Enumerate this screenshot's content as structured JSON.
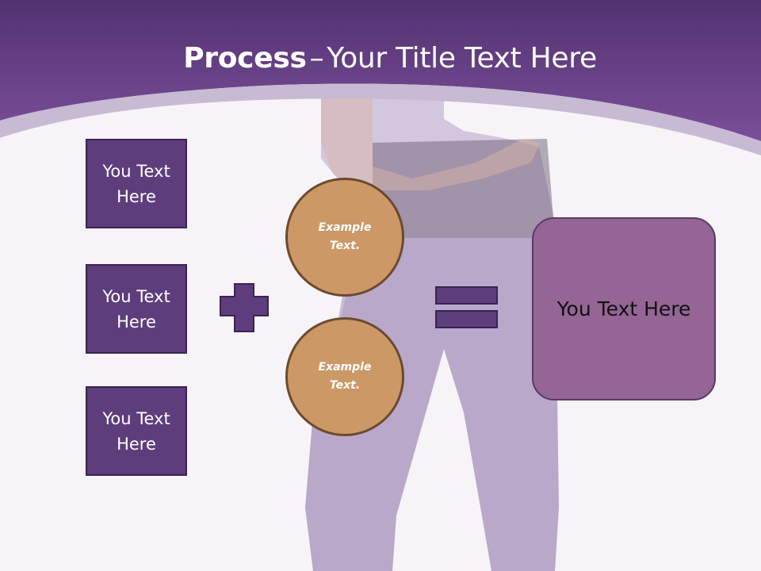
{
  "slide": {
    "title_bold": "Process",
    "title_separator": "–",
    "title_rest": "Your Title Text Here"
  },
  "inputs": [
    {
      "label": "You Text Here"
    },
    {
      "label": "You Text Here"
    },
    {
      "label": "You Text Here"
    }
  ],
  "circles": [
    {
      "label": "Example Text."
    },
    {
      "label": "Example Text."
    }
  ],
  "result": {
    "label": "You Text Here"
  },
  "operators": {
    "plus_icon": "plus-icon",
    "equals_icon": "equals-icon"
  },
  "colors": {
    "header": "#6a4387",
    "box_fill": "#5e3d7c",
    "circle_fill": "#cc9866",
    "result_fill": "#956596"
  }
}
